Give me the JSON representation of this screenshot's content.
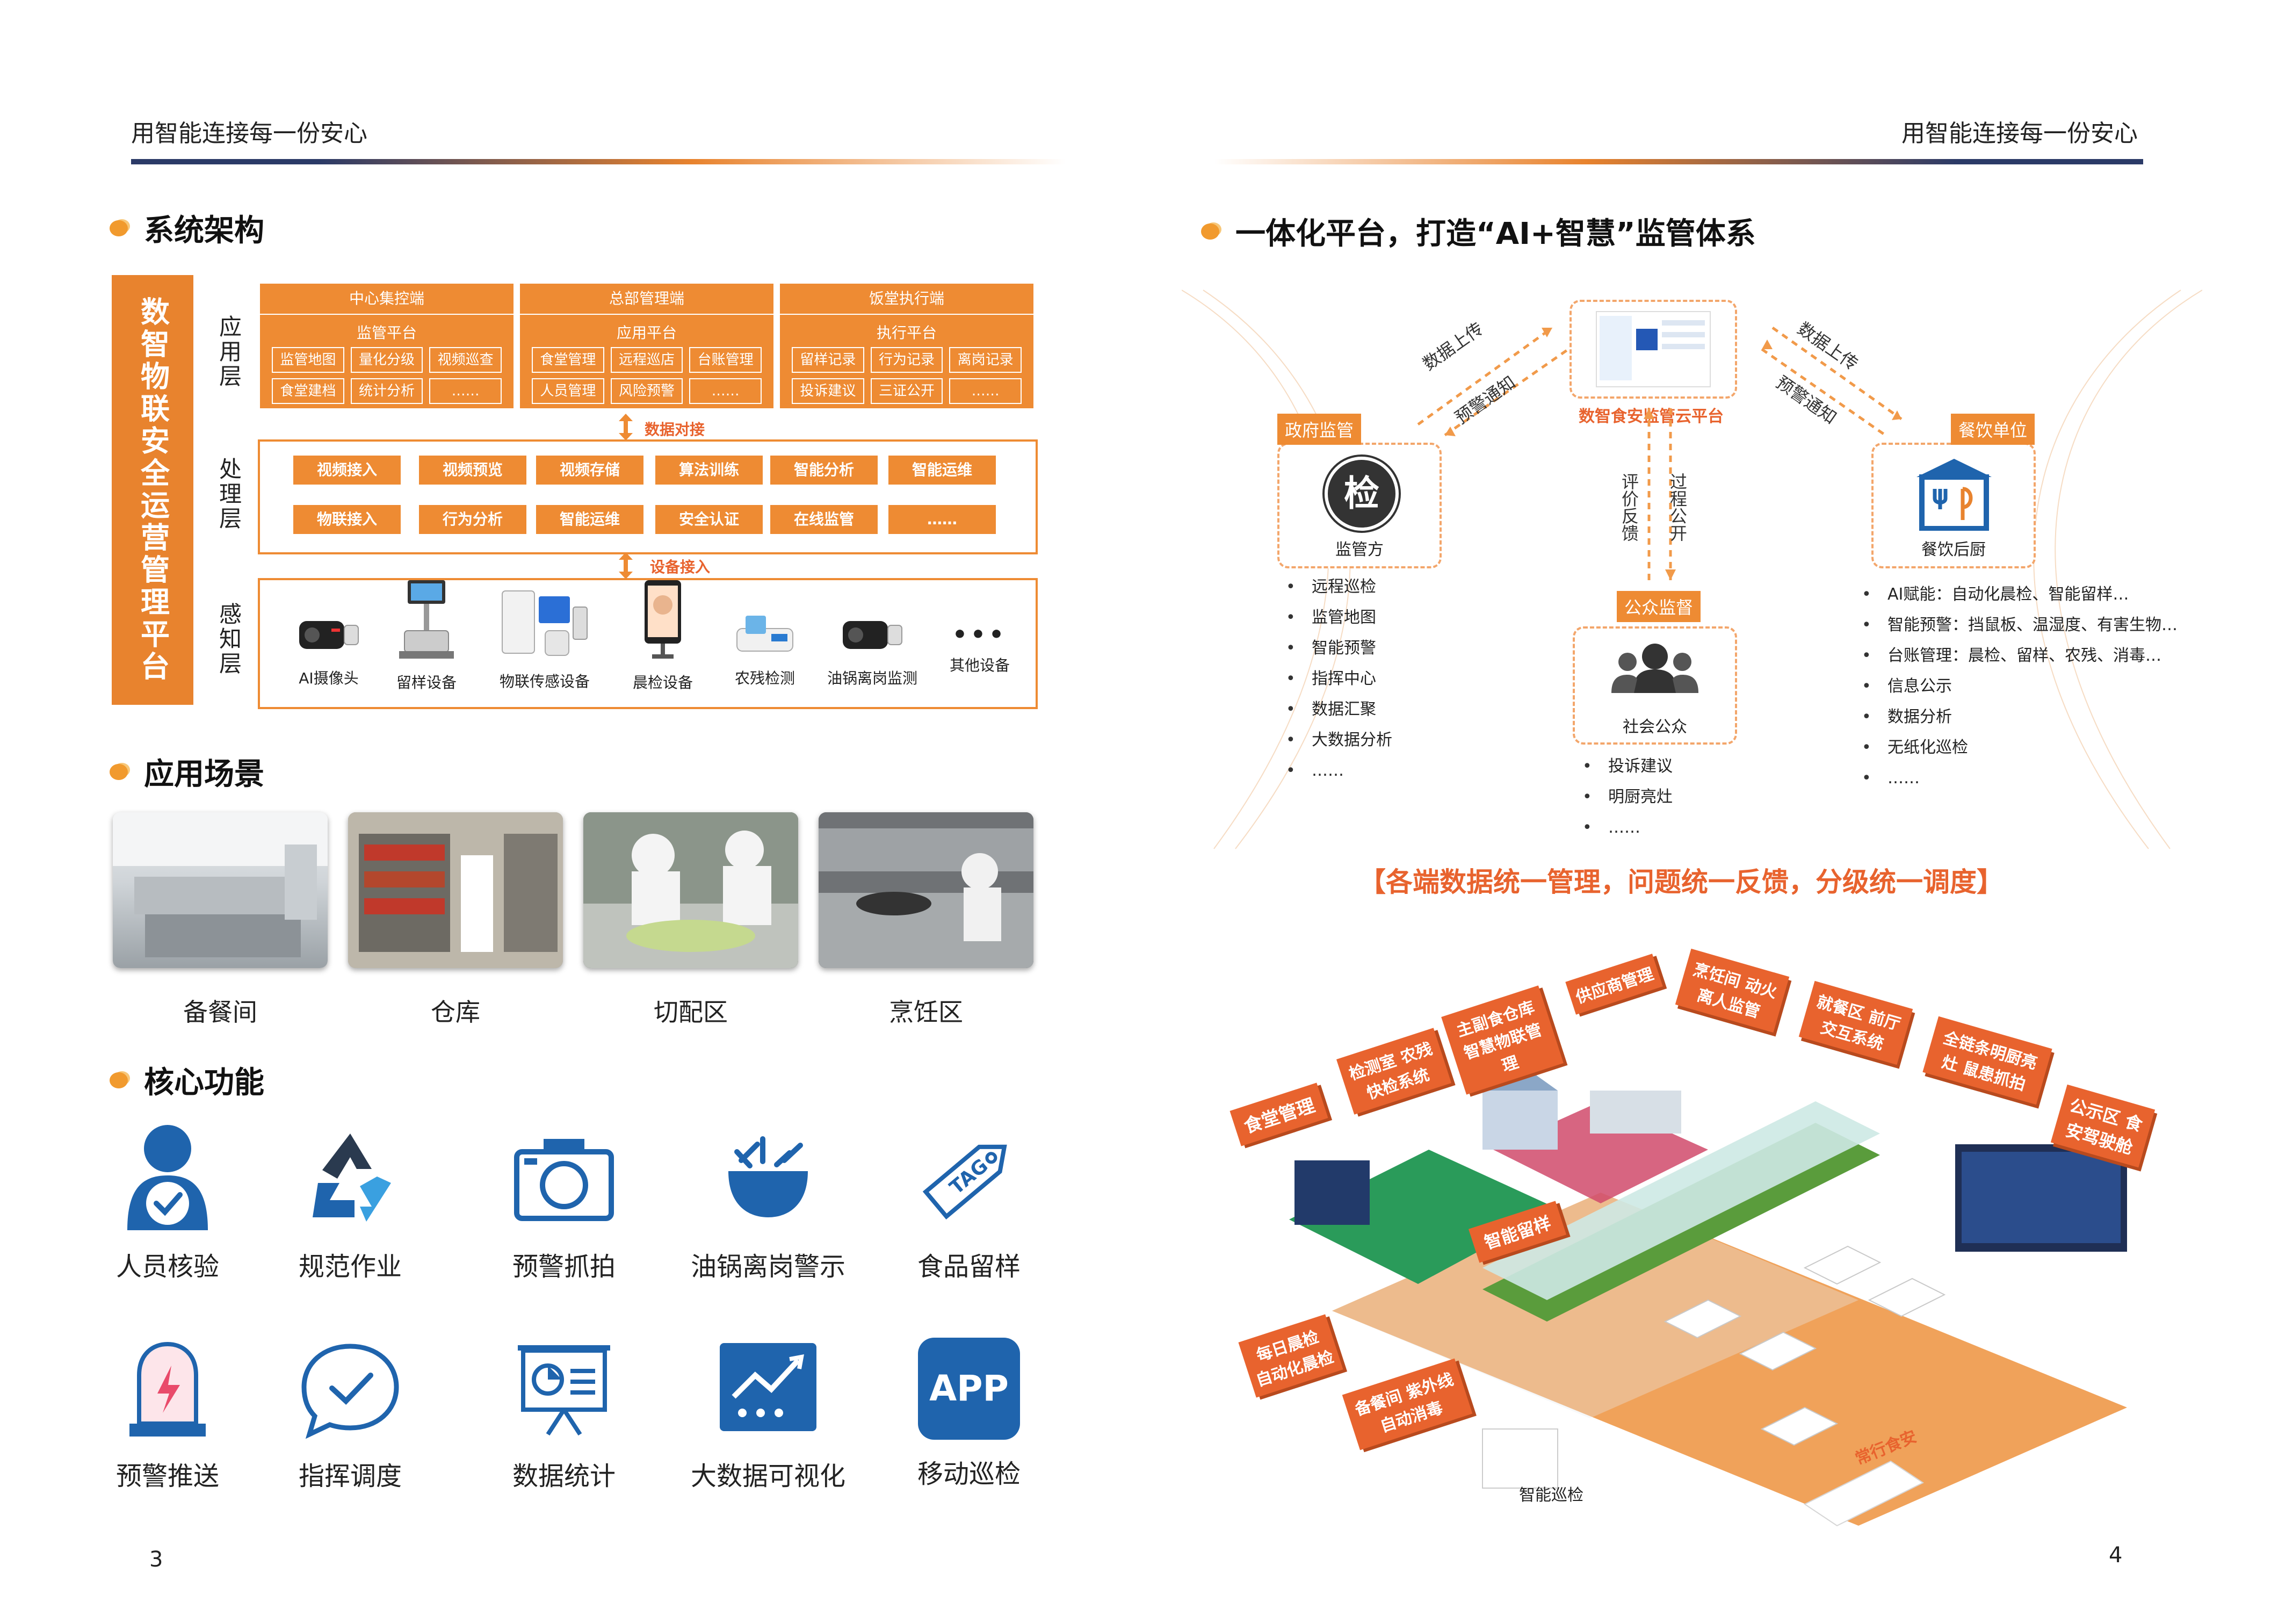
{
  "header": {
    "slogan_left": "用智能连接每一份安心",
    "slogan_right": "用智能连接每一份安心"
  },
  "left": {
    "section1_title": "系统架构",
    "platform_name": "数智物联安全运营管理平台",
    "layers": {
      "app": "应用层",
      "proc": "处理层",
      "sense": "感知层"
    },
    "columns": [
      {
        "head": "中心集控端",
        "sub": "监管平台",
        "items": [
          "监管地图",
          "量化分级",
          "视频巡查",
          "食堂建档",
          "统计分析",
          "……"
        ]
      },
      {
        "head": "总部管理端",
        "sub": "应用平台",
        "items": [
          "食堂管理",
          "远程巡店",
          "台账管理",
          "人员管理",
          "风险预警",
          "……"
        ]
      },
      {
        "head": "饭堂执行端",
        "sub": "执行平台",
        "items": [
          "留样记录",
          "行为记录",
          "离岗记录",
          "投诉建议",
          "三证公开",
          "……"
        ]
      }
    ],
    "arrow_data": "数据对接",
    "arrow_device": "设备接入",
    "proc_row1": [
      "视频接入",
      "视频预览",
      "视频存储",
      "算法训练",
      "智能分析",
      "智能运维"
    ],
    "proc_row2": [
      "物联接入",
      "行为分析",
      "智能运维",
      "安全认证",
      "在线监管",
      "……"
    ],
    "devices": [
      "AI摄像头",
      "留样设备",
      "物联传感设备",
      "晨检设备",
      "农残检测",
      "油锅离岗监测",
      "其他设备"
    ],
    "device_more": "•••",
    "section2_title": "应用场景",
    "scenes": [
      "备餐间",
      "仓库",
      "切配区",
      "烹饪区"
    ],
    "section3_title": "核心功能",
    "features_row1": [
      "人员核验",
      "规范作业",
      "预警抓拍",
      "油锅离岗警示",
      "食品留样"
    ],
    "features_row2": [
      "预警推送",
      "指挥调度",
      "数据统计",
      "大数据可视化",
      "移动巡检"
    ],
    "tag_text": "TAG",
    "app_text": "APP",
    "check_char": "检",
    "page_num": "3"
  },
  "right": {
    "section_title": "一体化平台，打造“AI+智慧”监管体系",
    "cloud_caption": "数智食安监管云平台",
    "gov_tag": "政府监管",
    "gov_caption": "监管方",
    "rest_tag": "餐饮单位",
    "rest_caption": "餐饮后厨",
    "public_tag": "公众监督",
    "public_caption": "社会公众",
    "flow_up_left": "数据上传",
    "flow_down_left": "预警通知",
    "flow_up_right": "数据上传",
    "flow_down_right": "预警通知",
    "flow_eval": "评价反馈",
    "flow_process": "过程公开",
    "gov_list": [
      "远程巡检",
      "监管地图",
      "智能预警",
      "指挥中心",
      "数据汇聚",
      "大数据分析",
      "……"
    ],
    "public_list": [
      "投诉建议",
      "明厨亮灶",
      "……"
    ],
    "rest_list": [
      "AI赋能：自动化晨检、智能留样…",
      "智能预警：挡鼠板、温湿度、有害生物…",
      "台账管理：晨检、留样、农残、消毒…",
      "信息公示",
      "数据分析",
      "无纸化巡检",
      "……"
    ],
    "banner": "【各端数据统一管理，问题统一反馈，分级统一调度】",
    "signs": [
      "食堂管理",
      "检测室 农残快检系统",
      "主副食仓库 智慧物联管理",
      "供应商管理",
      "烹饪间 动火离人监管",
      "就餐区 前厅交互系统",
      "全链条明厨亮灶 鼠患抓拍",
      "公示区 食安驾驶舱",
      "智能留样",
      "每日晨检 自动化晨检",
      "备餐间 紫外线自动消毒"
    ],
    "mobile_caption": "智能巡检",
    "brand_sign": "常行食安",
    "page_num": "4"
  },
  "colors": {
    "accent": "#ee8b33",
    "accent_red": "#e8632e",
    "icon_blue": "#1f64ad",
    "header_line_dark": "#2b3a67"
  }
}
